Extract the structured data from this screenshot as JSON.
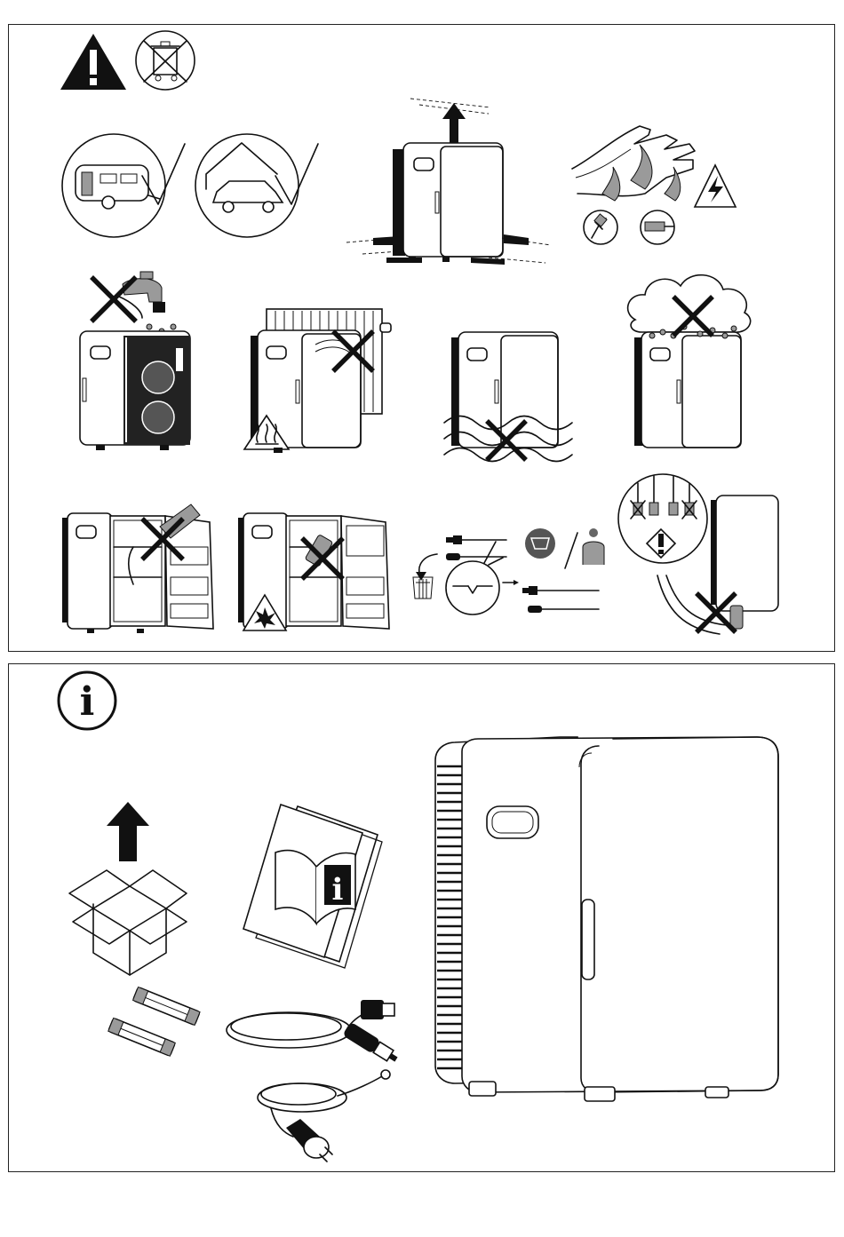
{
  "document": {
    "panels": [
      {
        "id": "warnings",
        "icon": "warning-triangle-icon"
      },
      {
        "id": "info",
        "icon": "info-icon",
        "symbol": "i"
      }
    ],
    "booklet_symbol": "i"
  }
}
